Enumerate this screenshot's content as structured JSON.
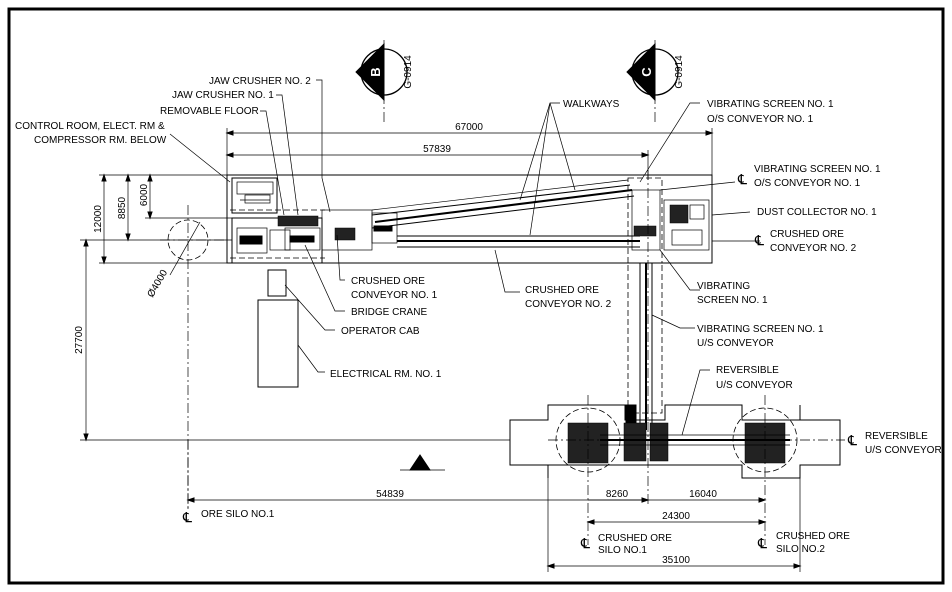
{
  "section_markers": [
    {
      "letter": "B",
      "ref": "G-0914"
    },
    {
      "letter": "C",
      "ref": "G-0914"
    }
  ],
  "labels": {
    "jaw_crusher_2": "JAW CRUSHER NO. 2",
    "jaw_crusher_1": "JAW CRUSHER NO. 1",
    "removable_floor": "REMOVABLE FLOOR",
    "control_room_1": "CONTROL ROOM, ELECT. RM &",
    "control_room_2": "COMPRESSOR RM. BELOW",
    "walkways": "WALKWAYS",
    "vib_screen_os_top_1": "VIBRATING SCREEN NO. 1",
    "vib_screen_os_top_2": "O/S CONVEYOR NO. 1",
    "vib_screen_os_right_1": "VIBRATING SCREEN NO. 1",
    "vib_screen_os_right_2": "O/S CONVEYOR NO. 1",
    "dust_collector": "DUST COLLECTOR NO. 1",
    "crushed_ore_conv2_right_1": "CRUSHED ORE",
    "crushed_ore_conv2_right_2": "CONVEYOR NO. 2",
    "crushed_ore_conv1_1": "CRUSHED ORE",
    "crushed_ore_conv1_2": "CONVEYOR NO. 1",
    "bridge_crane": "BRIDGE CRANE",
    "operator_cab": "OPERATOR CAB",
    "electrical_rm": "ELECTRICAL RM. NO. 1",
    "crushed_ore_conv2_mid_1": "CRUSHED ORE",
    "crushed_ore_conv2_mid_2": "CONVEYOR NO. 2",
    "vib_screen_1": "VIBRATING",
    "vib_screen_2": "SCREEN NO. 1",
    "vib_screen_us_1": "VIBRATING SCREEN NO. 1",
    "vib_screen_us_2": "U/S CONVEYOR",
    "reversible_us_1": "REVERSIBLE",
    "reversible_us_2": "U/S CONVEYOR",
    "reversible_us_right_1": "REVERSIBLE",
    "reversible_us_right_2": "U/S CONVEYOR",
    "ore_silo_1": "ORE SILO NO.1",
    "crushed_ore_silo_1_a": "CRUSHED ORE",
    "crushed_ore_silo_1_b": "SILO NO.1",
    "crushed_ore_silo_2_a": "CRUSHED ORE",
    "crushed_ore_silo_2_b": "SILO NO.2",
    "centerline": "℄"
  },
  "dimensions": {
    "d67000": "67000",
    "d57839": "57839",
    "d12000": "12000",
    "d8850": "8850",
    "d6000": "6000",
    "d4000": "Ø4000",
    "d27700": "27700",
    "d54839": "54839",
    "d8260": "8260",
    "d16040": "16040",
    "d24300": "24300",
    "d35100": "35100"
  }
}
